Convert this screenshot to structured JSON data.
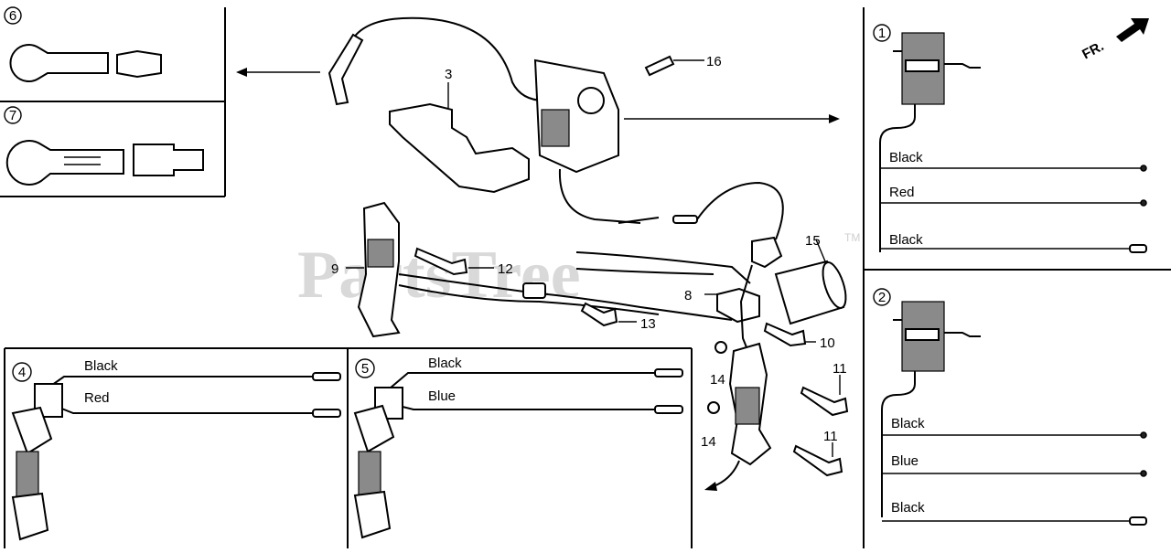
{
  "watermark": {
    "text": "PartsTree",
    "tm": "TM"
  },
  "front_marker": {
    "text": "FR."
  },
  "callouts": {
    "c3": "3",
    "c8": "8",
    "c9": "9",
    "c10": "10",
    "c11a": "11",
    "c11b": "11",
    "c12": "12",
    "c13": "13",
    "c14a": "14",
    "c14b": "14",
    "c15": "15",
    "c16": "16"
  },
  "panels": {
    "p1": {
      "num": "1",
      "wires": [
        "Black",
        "Red",
        "Black"
      ]
    },
    "p2": {
      "num": "2",
      "wires": [
        "Black",
        "Blue",
        "Black"
      ]
    },
    "p4": {
      "num": "4",
      "wires": [
        "Black",
        "Red"
      ]
    },
    "p5": {
      "num": "5",
      "wires": [
        "Black",
        "Blue"
      ]
    },
    "p6": {
      "num": "6"
    },
    "p7": {
      "num": "7"
    }
  }
}
